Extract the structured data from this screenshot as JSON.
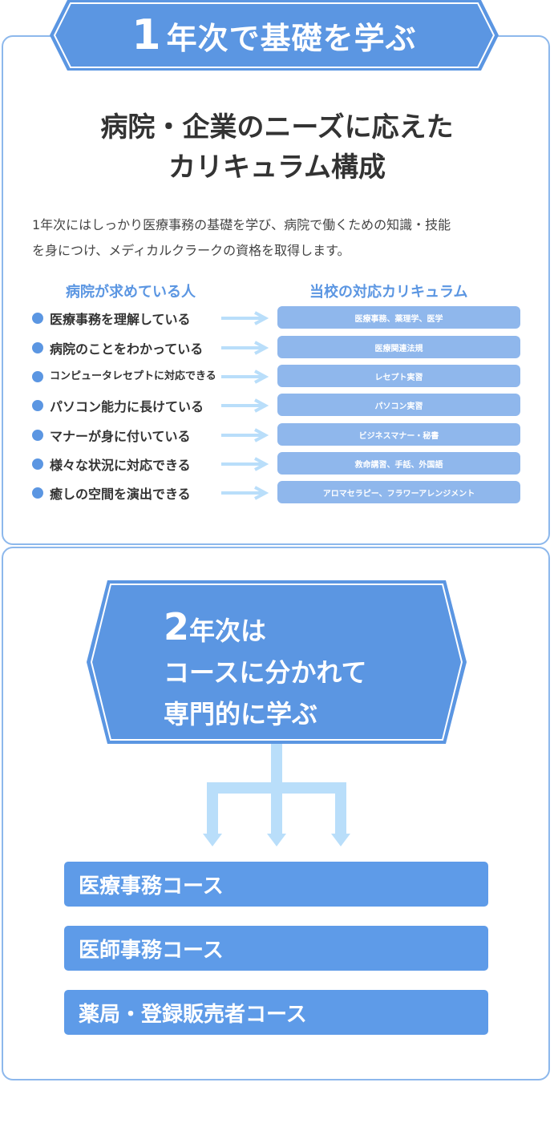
{
  "section1": {
    "banner": {
      "num": "1",
      "text": "年次で基礎を学ぶ"
    },
    "heading_line1": "病院・企業のニーズに応えた",
    "heading_line2": "カリキュラム構成",
    "intro_line1": "1年次にはしっかり医療事務の基礎を学び、病院で働くための知識・技能",
    "intro_line2": "を身につけ、メディカルクラークの資格を取得します。",
    "left_heading": "病院が求めている人",
    "right_heading": "当校の対応カリキュラム",
    "rows": [
      {
        "need": "医療事務を理解している",
        "curriculum": "医療事務、薬理学、医学"
      },
      {
        "need": "病院のことをわかっている",
        "curriculum": "医療関連法規"
      },
      {
        "need": "コンピュータレセプトに対応できる",
        "curriculum": "レセプト実習"
      },
      {
        "need": "パソコン能力に長けている",
        "curriculum": "パソコン実習"
      },
      {
        "need": "マナーが身に付いている",
        "curriculum": "ビジネスマナー・秘書"
      },
      {
        "need": "様々な状況に対応できる",
        "curriculum": "救命講習、手話、外国語"
      },
      {
        "need": "癒しの空間を演出できる",
        "curriculum": "アロマセラピー、フラワーアレンジメント"
      }
    ],
    "colors": {
      "accent": "#5b96e2",
      "pill": "#8fb7ec",
      "arrow": "#b9defa",
      "border": "#8db8ec"
    }
  },
  "section2": {
    "banner": {
      "num": "2",
      "line1": "年次は",
      "line2": "コースに分かれて",
      "line3": "専門的に学ぶ"
    },
    "courses": [
      "医療事務コース",
      "医師事務コース",
      "薬局・登録販売者コース"
    ]
  }
}
